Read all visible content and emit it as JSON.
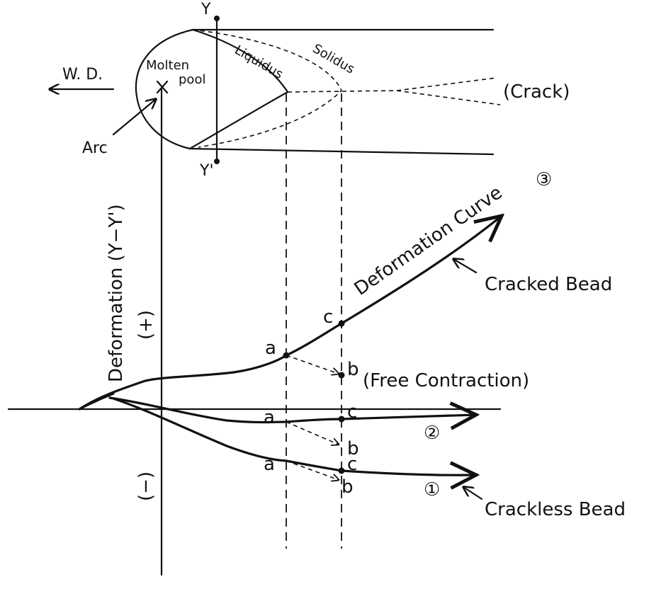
{
  "labels": {
    "y_top": "Y",
    "y_bottom": "Y'",
    "molten_pool": "Molten",
    "molten_pool_2": "pool",
    "solidus": "Solidus",
    "liquidus": "Liquidus",
    "wd": "W. D.",
    "crack": "(Crack)",
    "arc": "Arc",
    "deformation_axis": "Deformation (Y−Y')",
    "plus": "(+)",
    "minus": "(−)",
    "deformation_curve": "Deformation Curve",
    "curve3": "③",
    "curve2": "②",
    "curve1": "①",
    "cracked_bead": "Cracked Bead",
    "crackless_bead": "Crackless Bead",
    "free_contraction": "(Free Contraction)",
    "a_upper": "a",
    "b_upper": "b",
    "c_upper": "c",
    "a_mid": "a",
    "b_mid": "b",
    "c_mid": "c",
    "a_low": "a",
    "b_low": "b",
    "c_low": "c"
  }
}
